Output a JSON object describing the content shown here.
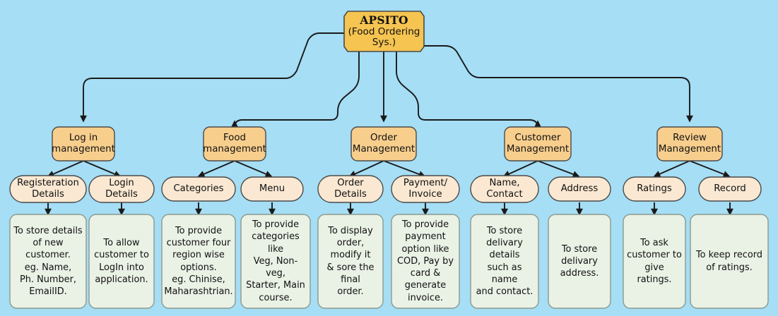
{
  "diagram": {
    "title": "APSITO Food Ordering System functional decomposition chart",
    "type": "hierarchy-tree",
    "background_color": "#a5def5",
    "colors": {
      "root_fill": "#f5c451",
      "level2_fill": "#f8ce8d",
      "level3_fill": "#fae8d2",
      "description_fill": "#eaf1e5",
      "edge_stroke": "#1a1a1a",
      "node_stroke": "#4a4a4a",
      "description_stroke": "#8d9a8d",
      "text": "#111111"
    }
  },
  "root": {
    "title": "APSITO",
    "subtitle_line1": "(Food Ordering",
    "subtitle_line2": "Sys.)"
  },
  "modules": [
    {
      "id": "login-management",
      "label": "Log in\nmanagement",
      "children": [
        {
          "id": "registeration-details",
          "label": "Registeration\nDetails",
          "description": "To store details\nof new\ncustomer.\neg. Name,\nPh. Number,\nEmailID."
        },
        {
          "id": "login-details",
          "label": "Login\nDetails",
          "description": "To allow\ncustomer to\nLogIn into\napplication."
        }
      ]
    },
    {
      "id": "food-management",
      "label": "Food\nmanagement",
      "children": [
        {
          "id": "categories",
          "label": "Categories",
          "description": "To provide\ncustomer four\nregion wise\noptions.\neg. Chinise,\nMaharashtrian."
        },
        {
          "id": "menu",
          "label": "Menu",
          "description": "To provide\ncategories like\nVeg, Non-veg,\nStarter, Main\ncourse."
        }
      ]
    },
    {
      "id": "order-management",
      "label": "Order\nManagement",
      "children": [
        {
          "id": "order-details",
          "label": "Order\nDetails",
          "description": "To display\norder, modify it\n& sore the final\norder."
        },
        {
          "id": "payment-invoice",
          "label": "Payment/\nInvoice",
          "description": "To provide\npayment\noption like\nCOD, Pay by\ncard &\ngenerate\ninvoice."
        }
      ]
    },
    {
      "id": "customer-management",
      "label": "Customer\nManagement",
      "children": [
        {
          "id": "name-contact",
          "label": "Name,\nContact",
          "description": "To store\ndelivary details\nsuch as name\nand contact."
        },
        {
          "id": "address",
          "label": "Address",
          "description": "To store\ndelivary\naddress."
        }
      ]
    },
    {
      "id": "review-management",
      "label": "Review\nManagement",
      "children": [
        {
          "id": "ratings",
          "label": "Ratings",
          "description": "To ask\ncustomer to\ngive ratings."
        },
        {
          "id": "record",
          "label": "Record",
          "description": "To keep record\nof ratings."
        }
      ]
    }
  ]
}
